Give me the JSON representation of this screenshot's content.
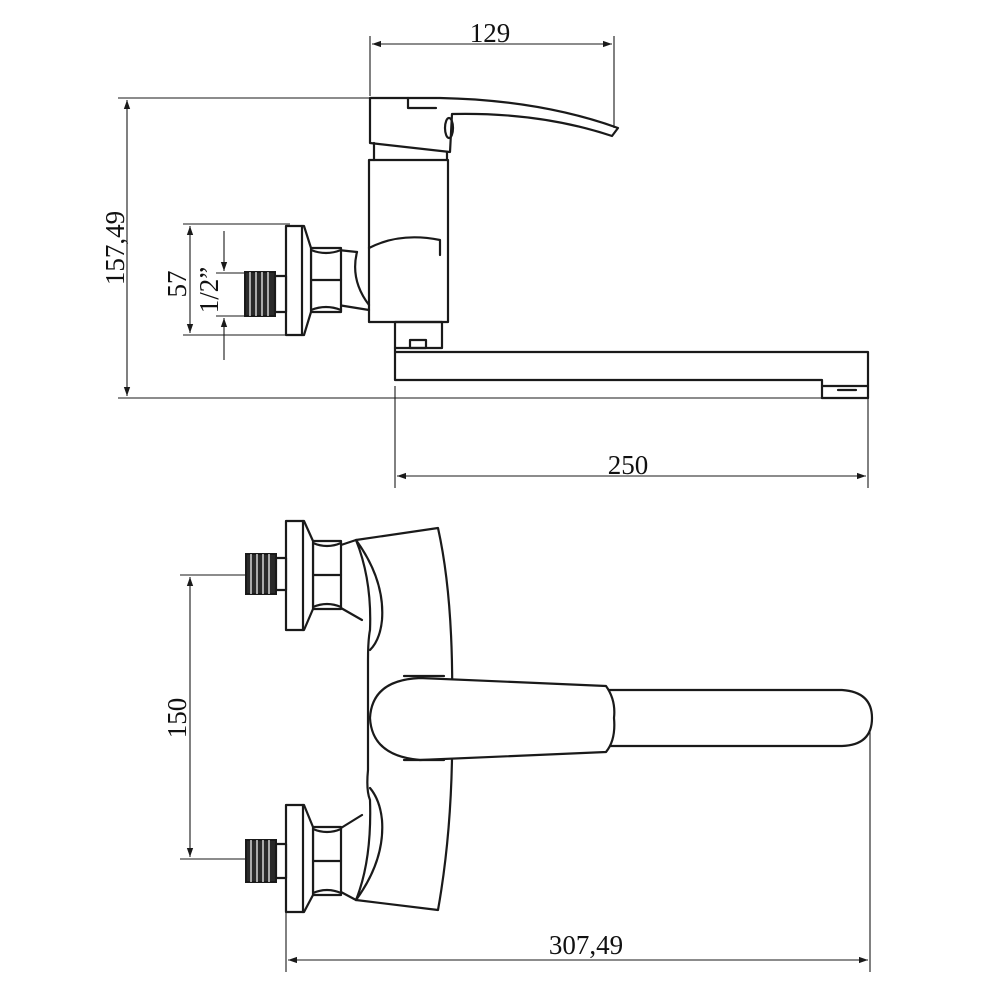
{
  "drawing": {
    "dimensions": {
      "top_width": "129",
      "total_height": "157,49",
      "thread_spacing": "57",
      "thread_size": "1/2”",
      "spout_length": "250",
      "inlet_spacing": "150",
      "total_length": "307,49"
    }
  }
}
